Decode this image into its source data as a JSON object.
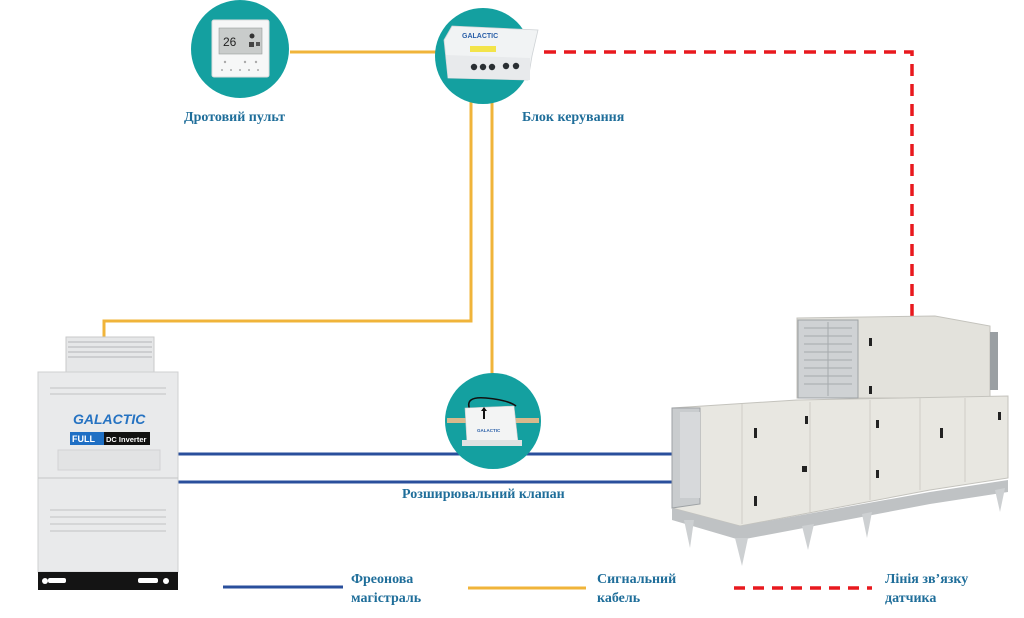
{
  "diagram": {
    "title": "",
    "colors": {
      "refrigerant_line": "#2a4f9c",
      "signal_cable": "#f0b43a",
      "sensor_line": "#e8191e",
      "node_circle": "#14a0a0",
      "label_text": "#1f6e9a"
    },
    "nodes": {
      "wired_remote": {
        "label": "Дротовий пульт",
        "icon": "thermostat-icon",
        "display_temp": "26"
      },
      "control_unit": {
        "label": "Блок керування",
        "icon": "control-box-icon",
        "brand": "GALACTIC"
      },
      "expansion_valve": {
        "label": "Розширювальний клапан",
        "icon": "expansion-valve-icon",
        "brand": "GALACTIC"
      },
      "outdoor_unit": {
        "icon": "outdoor-unit-icon",
        "brand": "GALACTIC",
        "badge_part1": "FULL",
        "badge_part2": "DC Inverter"
      },
      "air_handling_unit": {
        "icon": "air-handling-unit-icon"
      }
    },
    "legend": [
      {
        "key": "refrigerant",
        "style": "solid",
        "line1": "Фреонова",
        "line2": "магістраль"
      },
      {
        "key": "signal",
        "style": "solid",
        "line1": "Сигнальний",
        "line2": "кабель"
      },
      {
        "key": "sensor",
        "style": "dashed",
        "line1": "Лінія зв’язку",
        "line2": "датчика"
      }
    ]
  }
}
